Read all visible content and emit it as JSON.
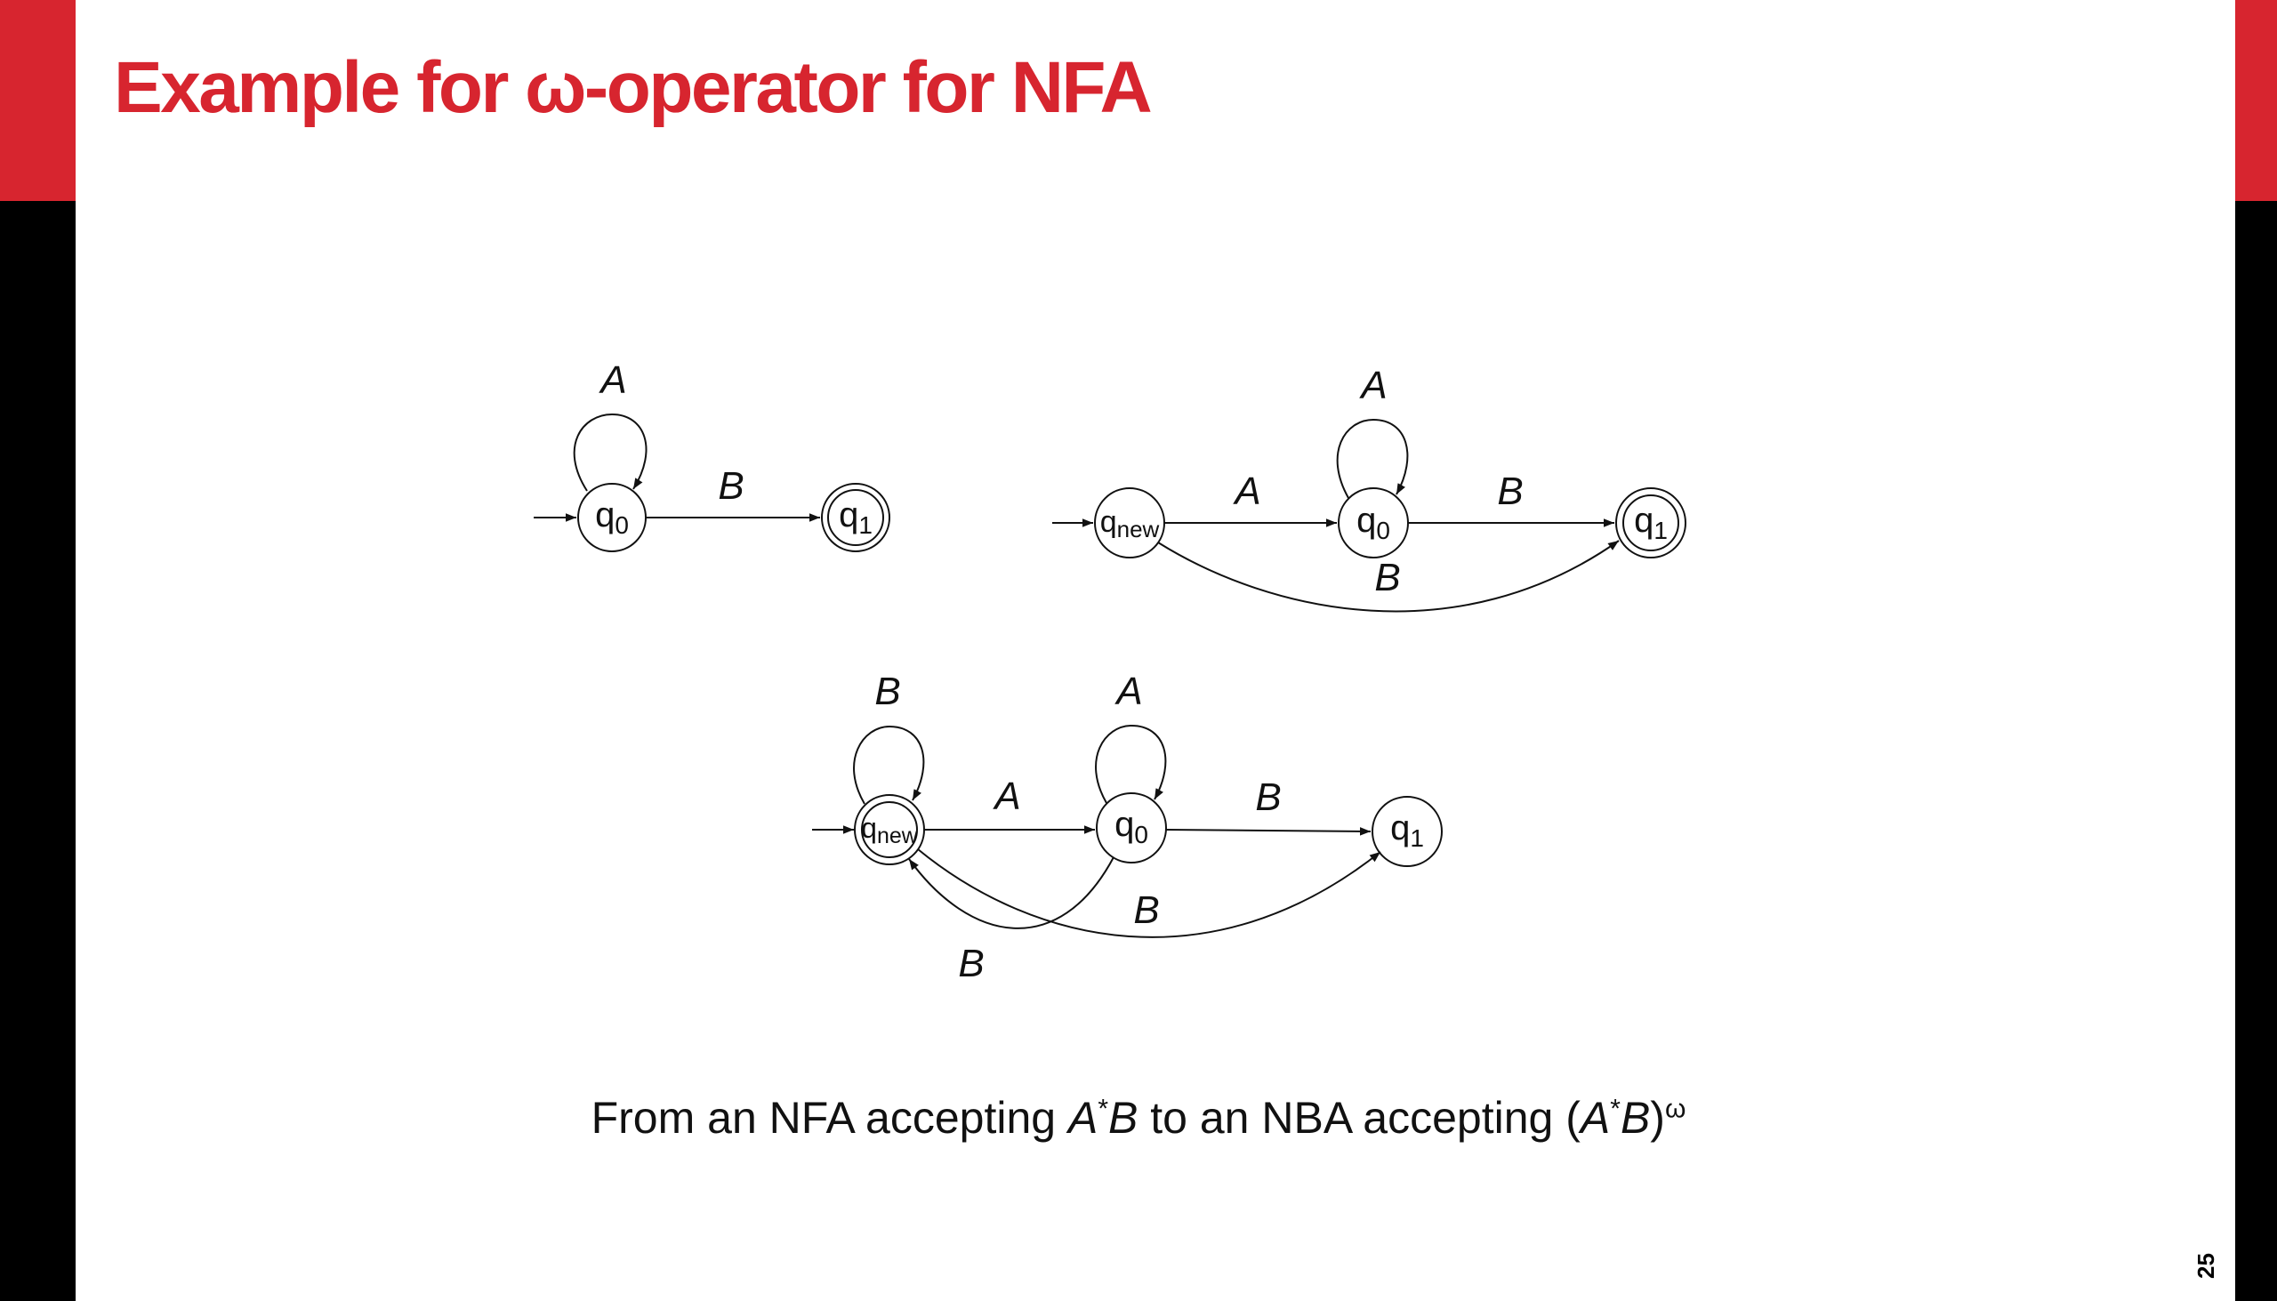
{
  "slide": {
    "title": "Example for ω-operator for NFA",
    "page_number": "25",
    "accent_color": "#d7252f"
  },
  "caption": {
    "prefix": "From an NFA accepting ",
    "expr1_a": "A",
    "expr1_star": "*",
    "expr1_b": "B",
    "middle": " to an NBA accepting (",
    "expr2_a": "A",
    "expr2_star": "*",
    "expr2_b": "B",
    "close": ")",
    "omega": "ω"
  },
  "diagram1": {
    "states": {
      "q0": "q",
      "q0_sub": "0",
      "q1": "q",
      "q1_sub": "1"
    },
    "labels": {
      "loop_q0": "A",
      "q0_q1": "B"
    }
  },
  "diagram2": {
    "states": {
      "qnew": "q",
      "qnew_sub": "new",
      "q0": "q",
      "q0_sub": "0",
      "q1": "q",
      "q1_sub": "1"
    },
    "labels": {
      "qnew_q0": "A",
      "loop_q0": "A",
      "q0_q1": "B",
      "qnew_q1": "B"
    }
  },
  "diagram3": {
    "states": {
      "qnew": "q",
      "qnew_sub": "new",
      "q0": "q",
      "q0_sub": "0",
      "q1": "q",
      "q1_sub": "1"
    },
    "labels": {
      "loop_qnew": "B",
      "qnew_q0": "A",
      "loop_q0": "A",
      "q0_q1": "B",
      "q0_qnew": "B",
      "qnew_q1": "B"
    }
  }
}
